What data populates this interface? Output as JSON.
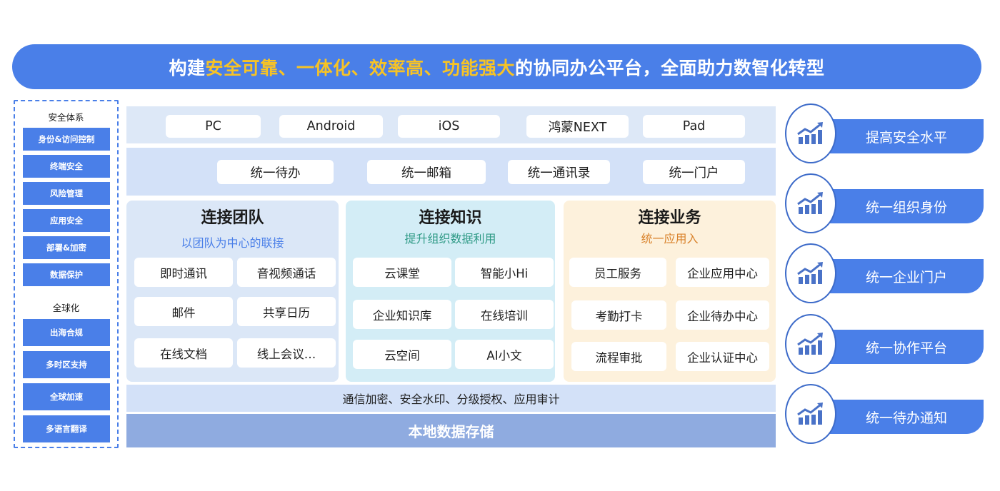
{
  "banner": {
    "segments": [
      {
        "text": "构建",
        "highlight": false
      },
      {
        "text": "安全可靠、一体化、效率高、功能强大",
        "highlight": true
      },
      {
        "text": "的协同办公平台，全面助力数智化转型",
        "highlight": false
      }
    ],
    "bg_color": "#4a7fe8",
    "highlight_color": "#f7c325"
  },
  "left_panel": {
    "groups": [
      {
        "heading": "安全体系",
        "items": [
          "身份&访问控制",
          "终端安全",
          "风险管理",
          "应用安全",
          "部署&加密",
          "数据保护"
        ]
      },
      {
        "heading": "全球化",
        "items": [
          "出海合规",
          "多时区支持",
          "全球加速",
          "多语言翻译"
        ]
      }
    ]
  },
  "platforms": [
    "PC",
    "Android",
    "iOS",
    "鸿蒙NEXT",
    "Pad"
  ],
  "unified": [
    "统一待办",
    "统一邮箱",
    "统一通讯录",
    "统一门户"
  ],
  "cards": [
    {
      "title": "连接团队",
      "subtitle": "以团队为中心的联接",
      "items": [
        "即时通讯",
        "音视频通话",
        "邮件",
        "共享日历",
        "在线文档",
        "线上会议…"
      ]
    },
    {
      "title": "连接知识",
      "subtitle": "提升组织数据利用",
      "items": [
        "云课堂",
        "智能小Hi",
        "企业知识库",
        "在线培训",
        "云空间",
        "AI小文"
      ]
    },
    {
      "title": "连接业务",
      "subtitle": "统一应用入",
      "items": [
        "员工服务",
        "企业应用中心",
        "考勤打卡",
        "企业待办中心",
        "流程审批",
        "企业认证中心"
      ]
    }
  ],
  "security_layer": "通信加密、安全水印、分级授权、应用审计",
  "storage_layer": "本地数据存储",
  "benefits": [
    {
      "label": "提高安全水平",
      "icon": "growth-chart-icon"
    },
    {
      "label": "统一组织身份",
      "icon": "growth-chart-icon"
    },
    {
      "label": "统一企业门户",
      "icon": "growth-chart-icon"
    },
    {
      "label": "统一协作平台",
      "icon": "growth-chart-icon"
    },
    {
      "label": "统一待办通知",
      "icon": "growth-chart-icon"
    }
  ]
}
